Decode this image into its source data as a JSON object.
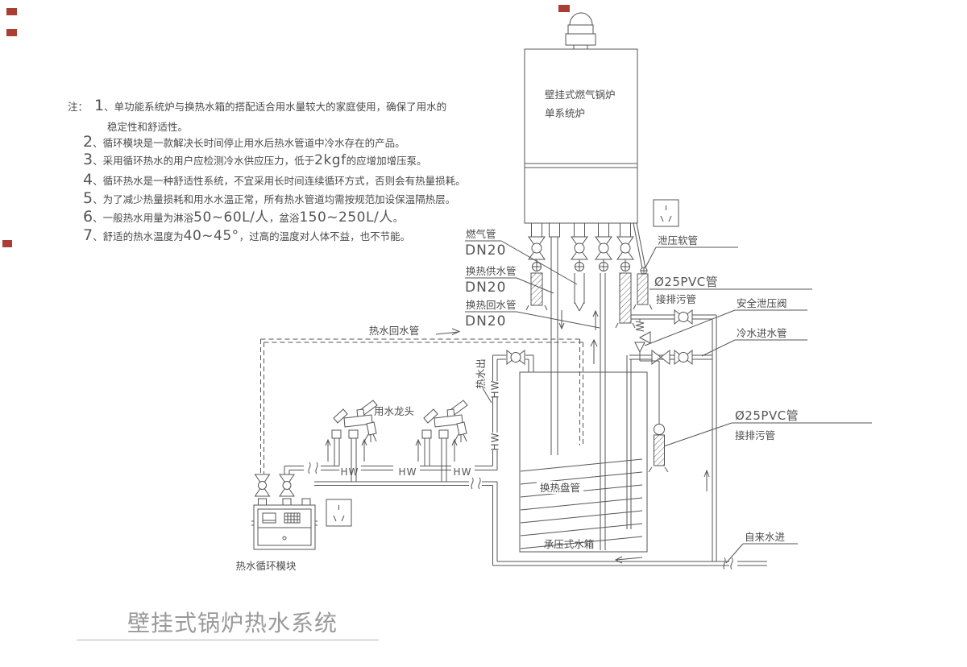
{
  "title": {
    "text": "壁挂式锅炉热水系统"
  },
  "notes": {
    "rows": [
      {
        "prefix": "注：",
        "num": "1",
        "sep": "、",
        "t1": "单功能系统炉与换热水箱的搭配适合用水量较大的家庭使用，确保了用水的"
      },
      {
        "t1": "稳定性和舒适性。"
      },
      {
        "num": "2",
        "sep": "、",
        "t1": "循环模块是一款解决长时间停止用水后热水管道中冷水存在的产品。"
      },
      {
        "num": "3",
        "sep": "、",
        "t1": "采用循环热水的用户应检测冷水供应压力，低于",
        "b1": "2kgf",
        "t2": "的应增加增压泵。"
      },
      {
        "num": "4",
        "sep": "、",
        "t1": "循环热水是一种舒适性系统，不宜采用长时间连续循环方式，否则会有热量损耗。"
      },
      {
        "num": "5",
        "sep": "、",
        "t1": "为了减少热量损耗和用水水温正常，所有热水管道均需按规范加设保温隔热层。"
      },
      {
        "num": "6",
        "sep": "、",
        "t1": "一般热水用量为淋浴",
        "b1": "50~60L/人",
        "t2": "，盆浴",
        "b2": "150~250L/人",
        "t3": "。"
      },
      {
        "num": "7",
        "sep": "、",
        "t1": "舒适的热水温度为",
        "b1": "40~45°",
        "t2": "，过高的温度对人体不益，也不节能。"
      }
    ]
  },
  "boiler": {
    "line1": "壁挂式燃气锅炉",
    "line2": "单系统炉"
  },
  "labels": {
    "gas_pipe": "燃气管",
    "dn20": "DN20",
    "hx_supply": "换热供水管",
    "hx_return": "换热回水管",
    "relief_hose": "泄压软管",
    "pvc_pipe": "Ø25PVC管",
    "drain_pipe": "接排污管",
    "safety_valve": "安全泄压阀",
    "cold_inlet": "冷水进水管",
    "hw_return": "热水回水管",
    "hot_out": "热水出",
    "hw": "HW",
    "faucet": "用水龙头",
    "coil": "换热盘管",
    "tank": "承压式水箱",
    "tap_in": "自来水进",
    "module": "热水循环模块"
  },
  "colors": {
    "line": "#555555",
    "text": "#4a4a4a",
    "title": "#9a9a9a",
    "artifact": "#9b1b10",
    "background": "#ffffff"
  }
}
